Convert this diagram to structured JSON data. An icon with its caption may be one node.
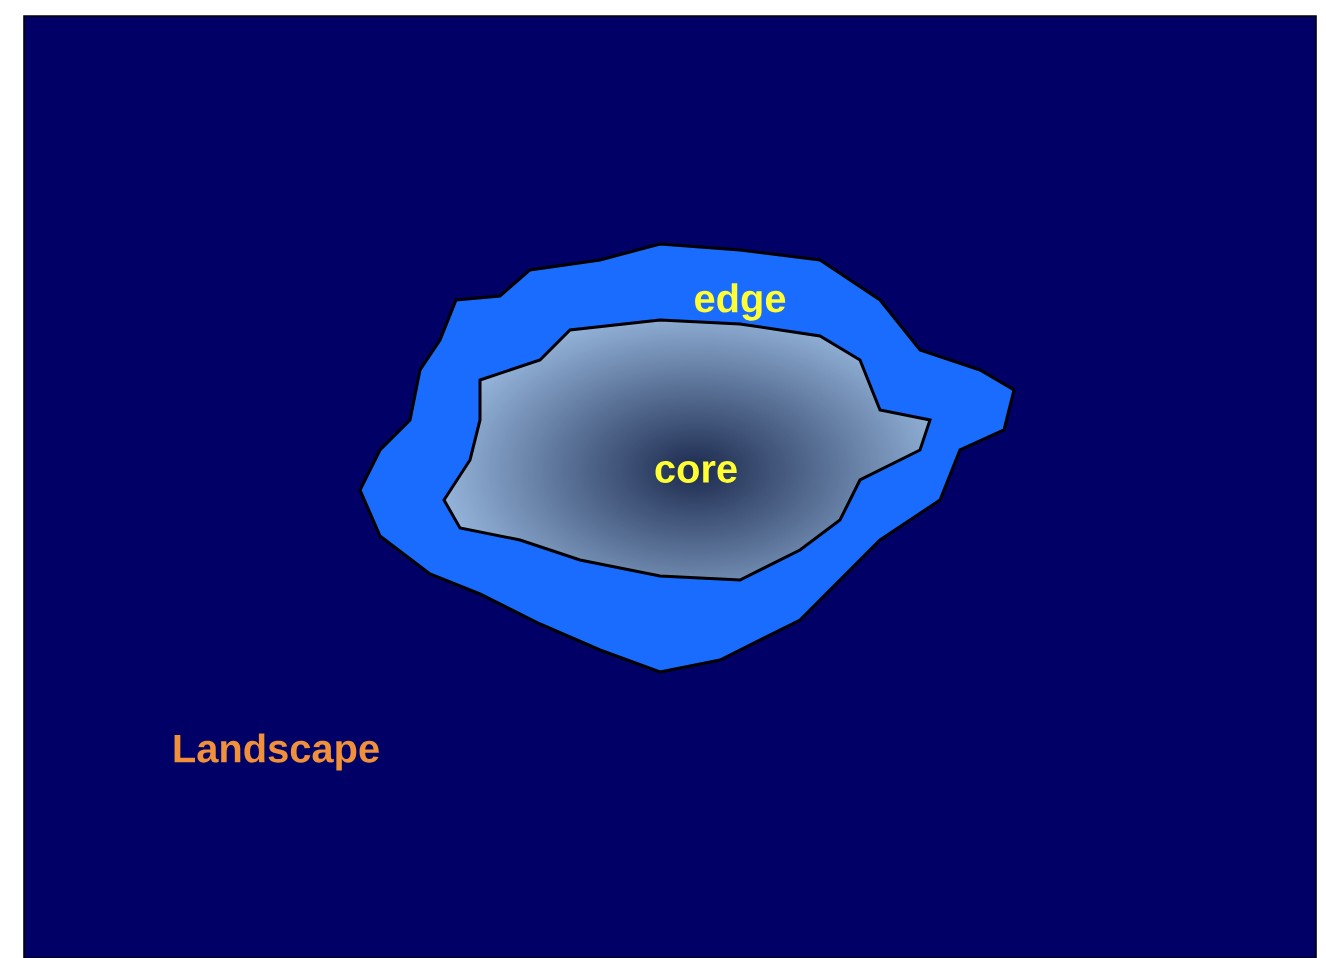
{
  "diagram": {
    "nodes": [
      {
        "text": [
          "Landscape"
        ]
      },
      {
        "text": [
          "edge"
        ],
        "in": 0
      },
      {
        "text": [
          "core"
        ],
        "in": 1
      }
    ]
  }
}
